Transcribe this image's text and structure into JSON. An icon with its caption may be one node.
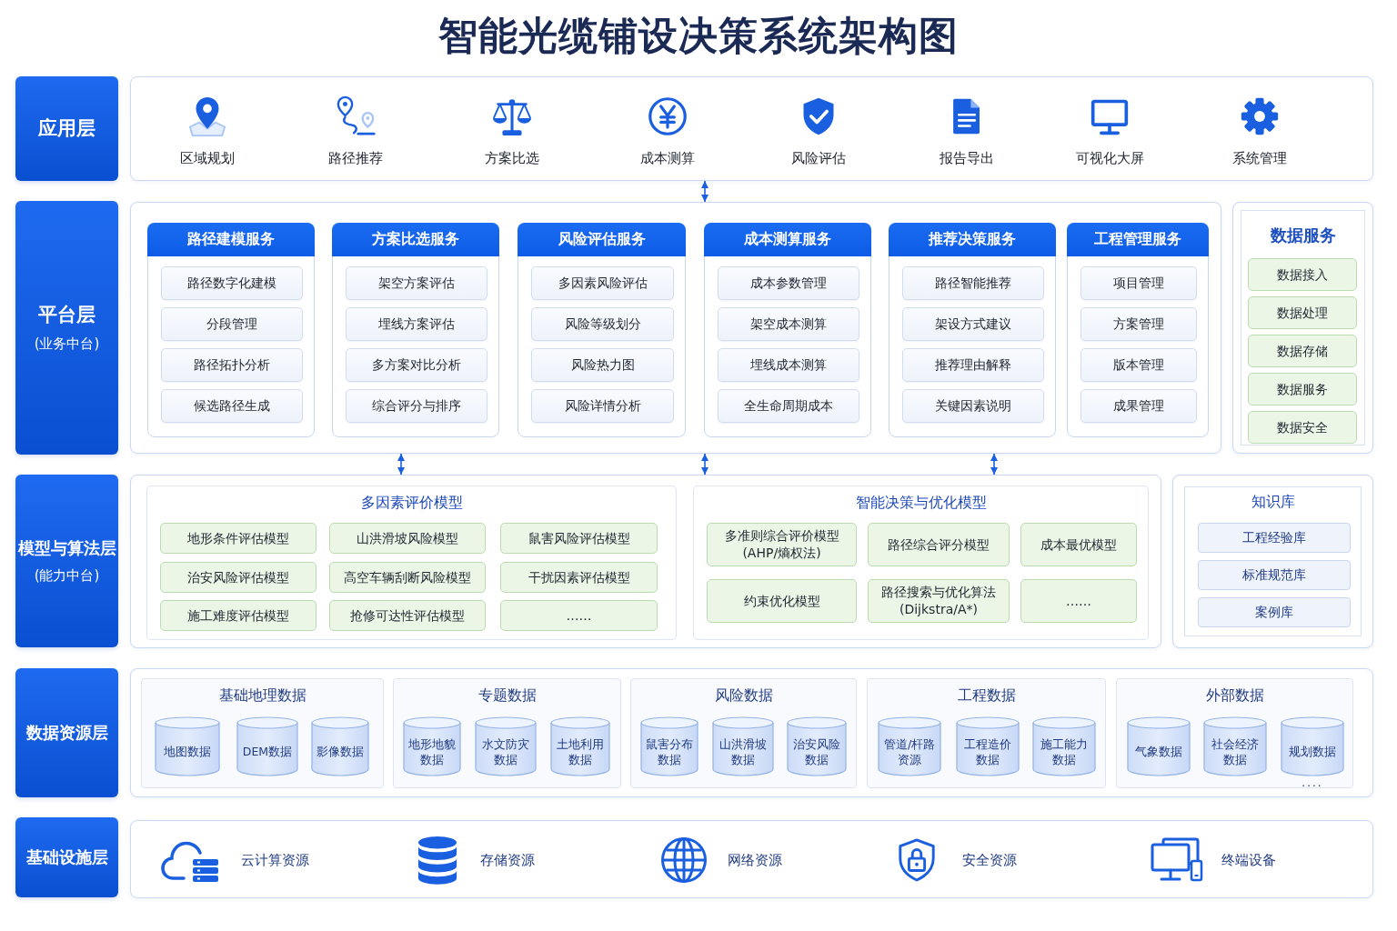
{
  "diagram": {
    "title": "智能光缆铺设决策系统架构图",
    "nodes": [
      {
        "text": [
          "应用层"
        ]
      },
      {
        "text": [],
        "shape": "box"
      },
      {
        "text": [
          "平台层",
          "(业务中台)"
        ]
      },
      {
        "text": [],
        "shape": "box"
      },
      {
        "text": [
          "路径建模服务"
        ],
        "in": 3
      },
      {
        "text": [
          "路径数字化建模"
        ],
        "in": 4
      },
      {
        "text": [
          "分段管理"
        ],
        "in": 4
      },
      {
        "text": [
          "路径拓扑分析"
        ],
        "in": 4
      },
      {
        "text": [
          "候选路径生成"
        ],
        "in": 4
      },
      {
        "text": [
          "方案比选服务"
        ],
        "in": 3
      },
      {
        "text": [
          "架空方案评估"
        ],
        "in": 9
      },
      {
        "text": [
          "埋线方案评估"
        ],
        "in": 9
      },
      {
        "text": [
          "多方案对比分析"
        ],
        "in": 9
      },
      {
        "text": [
          "综合评分与排序"
        ],
        "in": 9
      },
      {
        "text": [
          "风险评估服务"
        ],
        "in": 3
      },
      {
        "text": [
          "多因素风险评估"
        ],
        "in": 14
      },
      {
        "text": [
          "风险等级划分"
        ],
        "in": 14
      },
      {
        "text": [
          "风险热力图"
        ],
        "in": 14
      },
      {
        "text": [
          "风险详情分析"
        ],
        "in": 14
      },
      {
        "text": [
          "成本测算服务"
        ],
        "in": 3
      },
      {
        "text": [
          "成本参数管理"
        ],
        "in": 19
      },
      {
        "text": [
          "架空成本测算"
        ],
        "in": 19
      },
      {
        "text": [
          "埋线成本测算"
        ],
        "in": 19
      },
      {
        "text": [
          "全生命周期成本"
        ],
        "in": 19
      },
      {
        "text": [
          "推荐决策服务"
        ],
        "in": 3
      },
      {
        "text": [
          "路径智能推荐"
        ],
        "in": 24
      },
      {
        "text": [
          "架设方式建议"
        ],
        "in": 24
      },
      {
        "text": [
          "推荐理由解释"
        ],
        "in": 24
      },
      {
        "text": [
          "关键因素说明"
        ],
        "in": 24
      },
      {
        "text": [
          "工程管理服务"
        ],
        "in": 3
      },
      {
        "text": [
          "项目管理"
        ],
        "in": 29
      },
      {
        "text": [
          "方案管理"
        ],
        "in": 29
      },
      {
        "text": [
          "版本管理"
        ],
        "in": 29
      },
      {
        "text": [
          "成果管理"
        ],
        "in": 29
      },
      {
        "text": [
          "数据服务"
        ]
      },
      {
        "text": [
          "数据接入"
        ],
        "in": 34
      },
      {
        "text": [
          "数据处理"
        ],
        "in": 34
      },
      {
        "text": [
          "数据存储"
        ],
        "in": 34
      },
      {
        "text": [
          "数据服务"
        ],
        "in": 34
      },
      {
        "text": [
          "数据安全"
        ],
        "in": 34
      },
      {
        "text": [
          "模型与算法层",
          "(能力中台)"
        ]
      },
      {
        "text": [],
        "shape": "box"
      },
      {
        "text": [
          "多因素评价模型"
        ],
        "in": 41
      },
      {
        "text": [
          "地形条件评估模型"
        ],
        "in": 42
      },
      {
        "text": [
          "山洪滑坡风险模型"
        ],
        "in": 42
      },
      {
        "text": [
          "鼠害风险评估模型"
        ],
        "in": 42
      },
      {
        "text": [
          "治安风险评估模型"
        ],
        "in": 42
      },
      {
        "text": [
          "高空车辆刮断风险模型"
        ],
        "in": 42
      },
      {
        "text": [
          "干扰因素评估模型"
        ],
        "in": 42
      },
      {
        "text": [
          "施工难度评估模型"
        ],
        "in": 42
      },
      {
        "text": [
          "抢修可达性评估模型"
        ],
        "in": 42
      },
      {
        "text": [
          "……"
        ],
        "in": 42
      },
      {
        "text": [
          "智能决策与优化模型"
        ],
        "in": 41
      },
      {
        "text": [
          "多准则综合评价模型 (AHP/熵权法)"
        ],
        "in": 52
      },
      {
        "text": [
          "路径综合评分模型"
        ],
        "in": 52
      },
      {
        "text": [
          "成本最优模型"
        ],
        "in": 52
      },
      {
        "text": [
          "约束优化模型"
        ],
        "in": 52
      },
      {
        "text": [
          "路径搜索与优化算法 (Dijkstra/A*)"
        ],
        "in": 52
      },
      {
        "text": [
          "……"
        ],
        "in": 52
      },
      {
        "text": [
          "知识库"
        ]
      },
      {
        "text": [
          "工程经验库"
        ],
        "in": 59
      },
      {
        "text": [
          "标准规范库"
        ],
        "in": 59
      },
      {
        "text": [
          "案例库"
        ],
        "in": 59
      },
      {
        "text": [
          "数据资源层"
        ]
      },
      {
        "text": [],
        "shape": "box"
      },
      {
        "text": [
          "基础地理数据"
        ],
        "in": 64
      },
      {
        "text": [
          "地图数据"
        ],
        "in": 65
      },
      {
        "text": [
          "DEM数据"
        ],
        "in": 65
      },
      {
        "text": [
          "影像数据"
        ],
        "in": 65
      },
      {
        "text": [
          "专题数据"
        ],
        "in": 64
      },
      {
        "text": [
          "地形地貌数据"
        ],
        "in": 69
      },
      {
        "text": [
          "水文防灾数据"
        ],
        "in": 69
      },
      {
        "text": [
          "土地利用数据"
        ],
        "in": 69
      },
      {
        "text": [
          "风险数据"
        ],
        "in": 64
      },
      {
        "text": [
          "鼠害分布数据"
        ],
        "in": 73
      },
      {
        "text": [
          "山洪滑坡数据"
        ],
        "in": 73
      },
      {
        "text": [
          "治安风险数据"
        ],
        "in": 73
      },
      {
        "text": [
          "工程数据"
        ],
        "in": 64
      },
      {
        "text": [
          "管道/杆路资源"
        ],
        "in": 77
      },
      {
        "text": [
          "工程造价数据"
        ],
        "in": 77
      },
      {
        "text": [
          "施工能力数据"
        ],
        "in": 77
      },
      {
        "text": [
          "外部数据"
        ],
        "in": 64
      },
      {
        "text": [
          "气象数据"
        ],
        "in": 81
      },
      {
        "text": [
          "社会经济数据"
        ],
        "in": 81
      },
      {
        "text": [
          "规划数据"
        ],
        "in": 81,
        "beside": [
          "...."
        ]
      },
      {
        "text": [
          "基础设施层"
        ]
      },
      {
        "text": [],
        "shape": "box"
      }
    ],
    "edges": [
      {
        "from": 1,
        "to": 3,
        "arrow": "both"
      },
      {
        "from": 3,
        "to": 41,
        "arrow": "both"
      },
      {
        "from": 3,
        "to": 41,
        "arrow": "both"
      },
      {
        "from": 3,
        "to": 41,
        "arrow": "both"
      }
    ],
    "labels": [
      "区域规划",
      "路径推荐",
      "方案比选",
      "成本测算",
      "风险评估",
      "报告导出",
      "可视化大屏",
      "系统管理",
      "云计算资源",
      "存储资源",
      "网络资源",
      "安全资源",
      "终端设备"
    ]
  }
}
